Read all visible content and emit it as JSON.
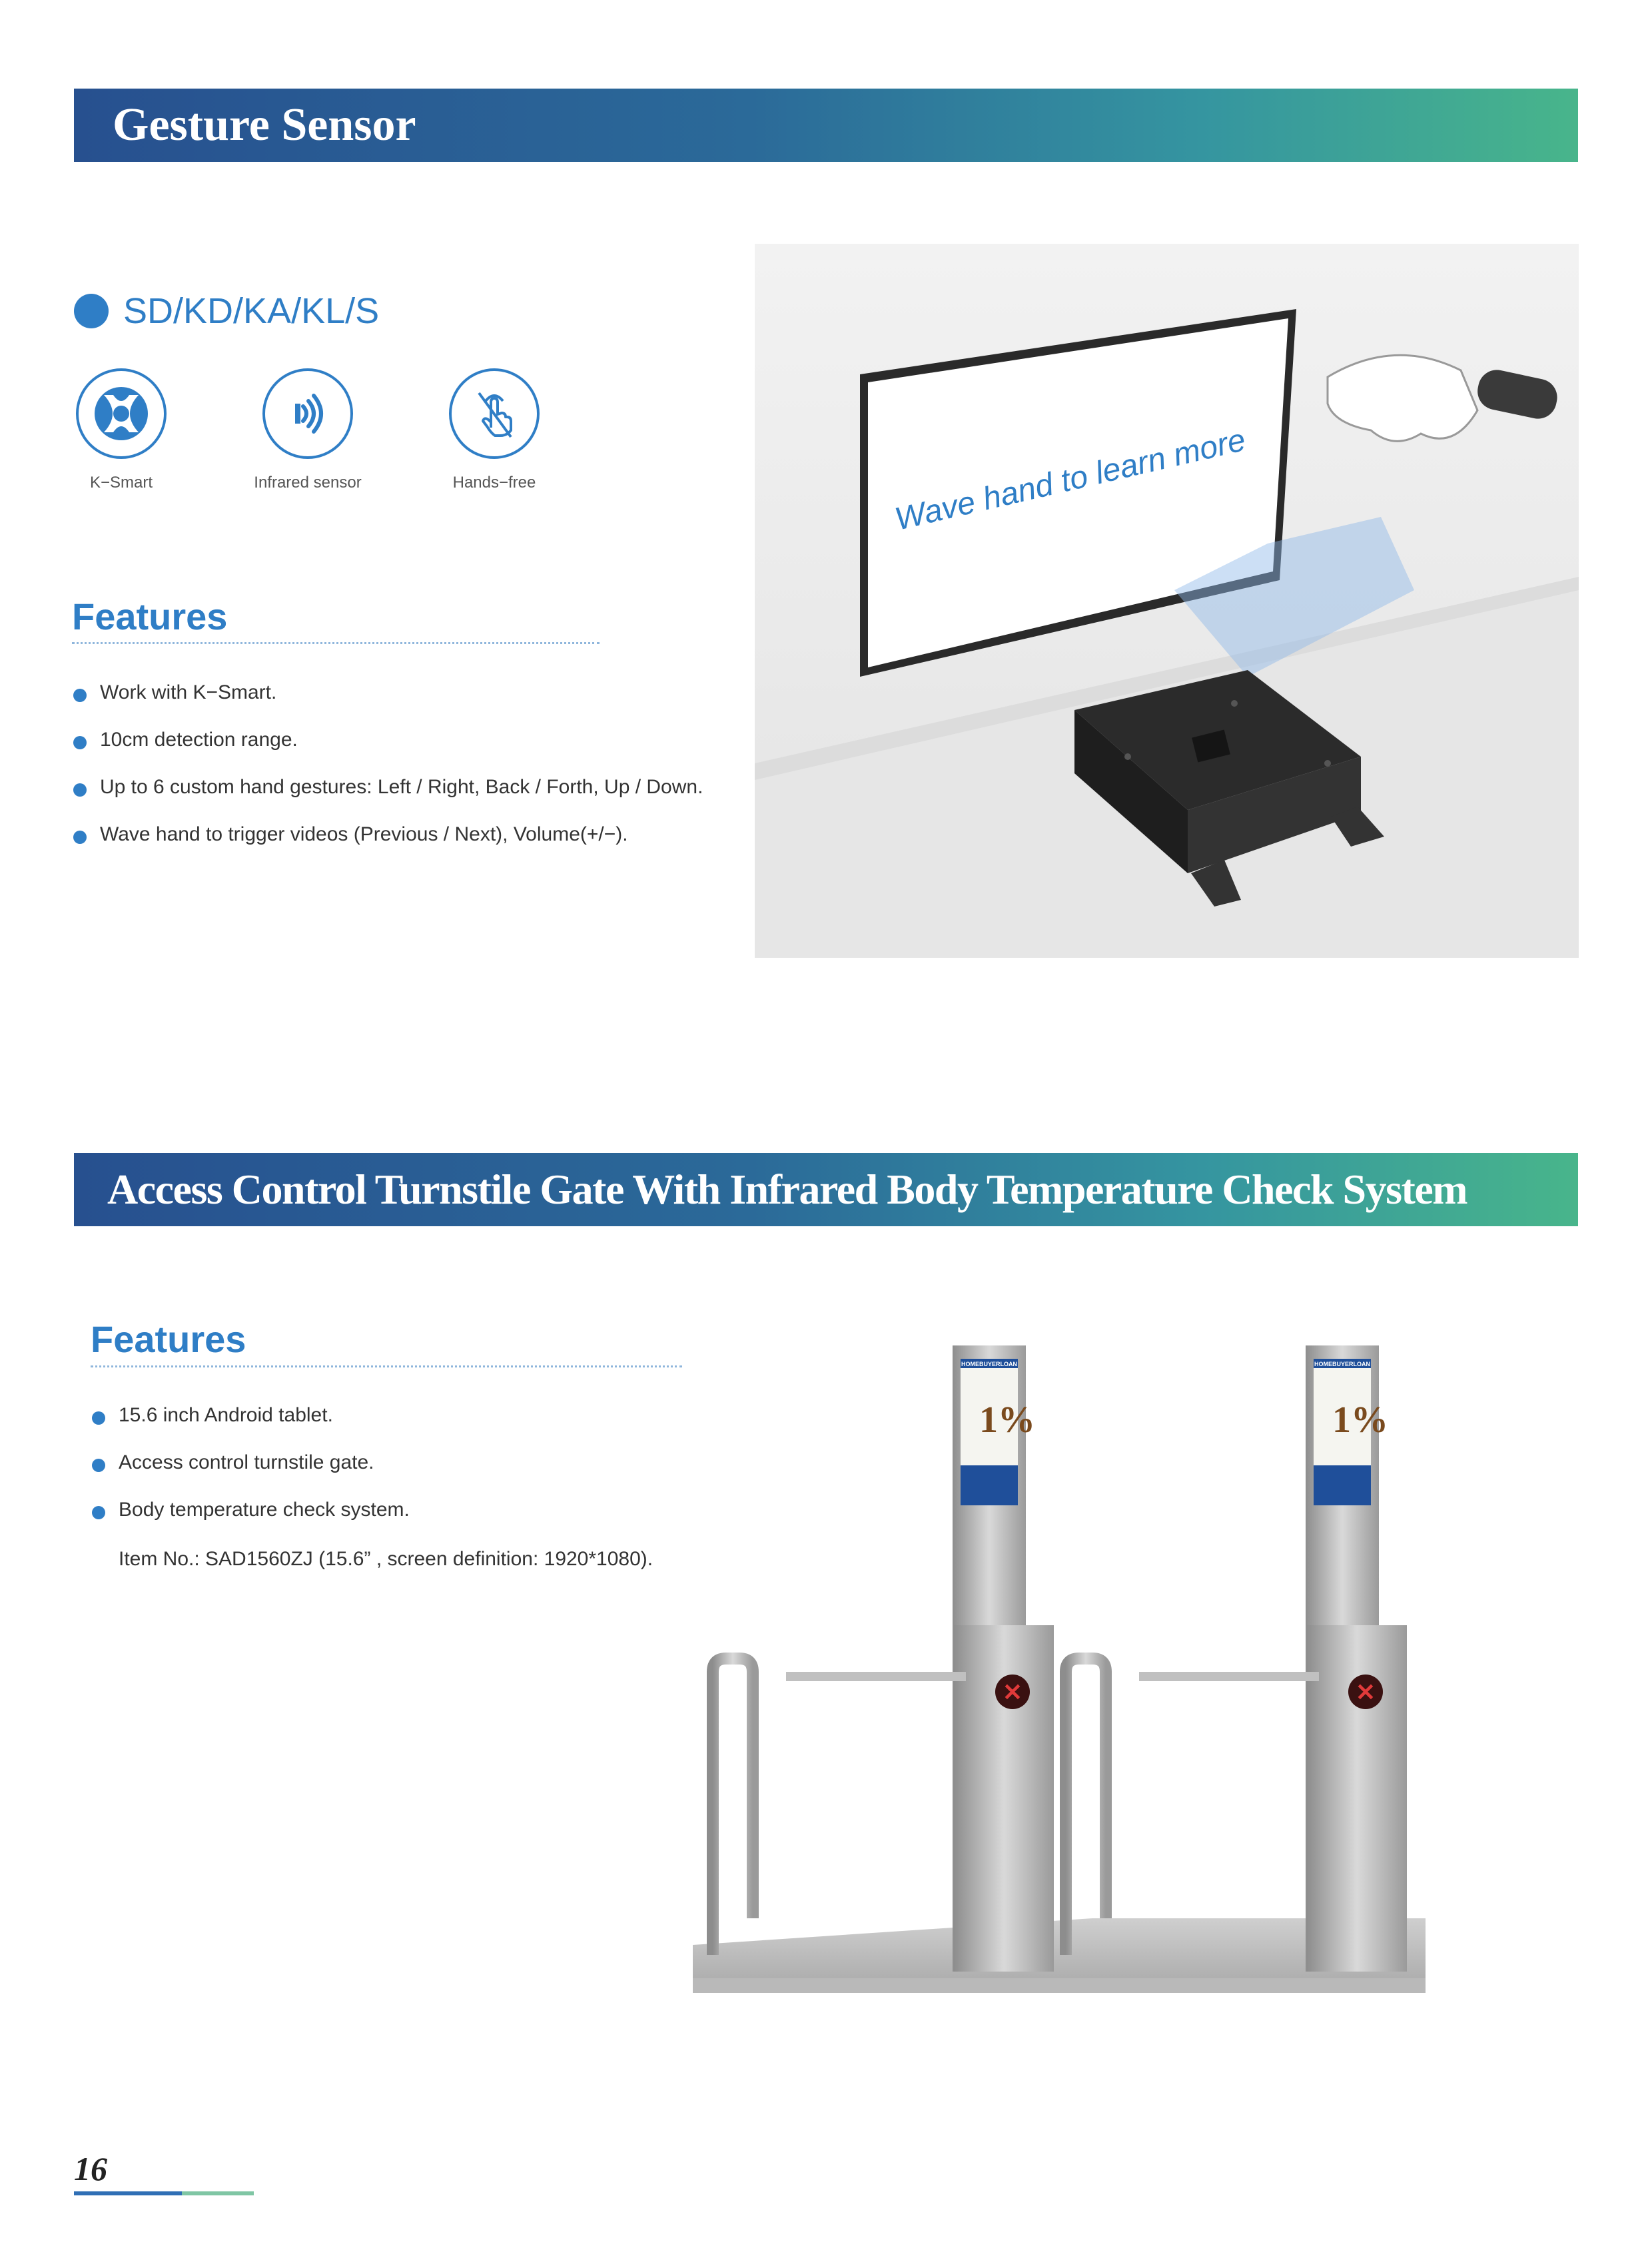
{
  "section1": {
    "title": "Gesture Sensor",
    "model": "SD/KD/KA/KL/S",
    "badges": [
      {
        "icon": "k-smart-icon",
        "label": "K−Smart"
      },
      {
        "icon": "infrared-sensor-icon",
        "label": "Infrared sensor"
      },
      {
        "icon": "hands-free-icon",
        "label": "Hands−free"
      }
    ],
    "features_title": "Features",
    "features": [
      "Work with K−Smart.",
      "10cm detection range.",
      "Up to 6 custom hand gestures: Left / Right, Back / Forth, Up / Down.",
      "Wave hand to trigger videos (Previous / Next), Volume(+/−)."
    ],
    "screen_text": "Wave hand to learn more"
  },
  "section2": {
    "title": "Access Control Turnstile Gate With Infrared Body Temperature Check System",
    "features_title": "Features",
    "features": [
      "15.6 inch Android tablet.",
      "Access control turnstile gate.",
      "Body temperature check system."
    ],
    "item_line": "Item No.: SAD1560ZJ (15.6” , screen definition: 1920*1080).",
    "screen_brand": "HOMEBUYERLOAN",
    "screen_promo": "1%"
  },
  "footer": {
    "page_number": "16"
  },
  "colors": {
    "accent": "#2f7ec6",
    "banner_start": "#27508f",
    "banner_end": "#48b58b"
  }
}
